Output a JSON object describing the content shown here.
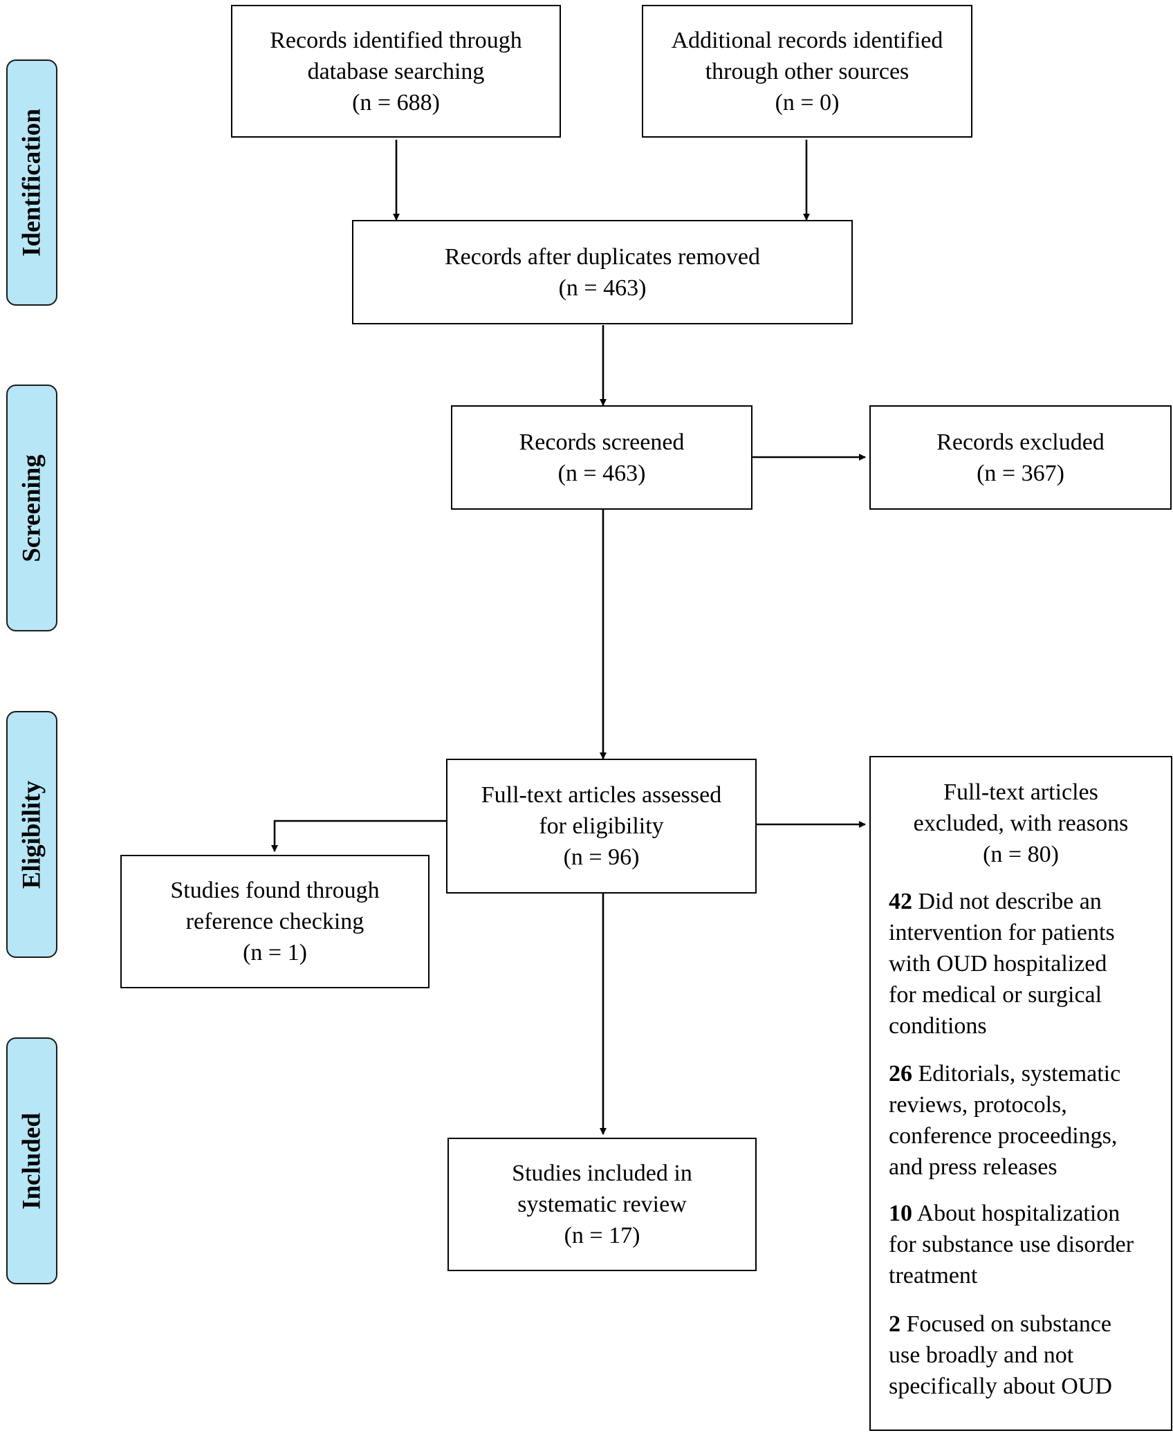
{
  "phases": {
    "identification": "Identification",
    "screening": "Screening",
    "eligibility": "Eligibility",
    "included": "Included"
  },
  "boxes": {
    "database": {
      "line1": "Records identified through",
      "line2": "database searching",
      "count": "(n = 688)"
    },
    "other_sources": {
      "line1": "Additional records identified",
      "line2": "through other sources",
      "count": "(n = 0)"
    },
    "duplicates_removed": {
      "line1": "Records after duplicates removed",
      "count": "(n = 463)"
    },
    "screened": {
      "line1": "Records screened",
      "count": "(n = 463)"
    },
    "excluded": {
      "line1": "Records excluded",
      "count": "(n = 367)"
    },
    "full_text": {
      "line1": "Full-text articles assessed",
      "line2": "for eligibility",
      "count": "(n = 96)"
    },
    "reference_checking": {
      "line1": "Studies found through",
      "line2": "reference checking",
      "count": "(n = 1)"
    },
    "included": {
      "line1": "Studies included in",
      "line2": "systematic review",
      "count": "(n = 17)"
    },
    "full_text_excluded": {
      "line1": "Full-text articles",
      "line2": "excluded, with reasons",
      "count": "(n = 80)",
      "reasons": [
        {
          "number": "42",
          "lines": [
            "Did not describe an",
            "intervention for patients",
            "with OUD hospitalized",
            "for medical or surgical",
            "conditions"
          ]
        },
        {
          "number": "26",
          "lines": [
            "Editorials, systematic",
            "reviews, protocols,",
            "conference proceedings,",
            "and press releases"
          ]
        },
        {
          "number": "10",
          "lines": [
            "About hospitalization",
            "for substance use disorder",
            "treatment"
          ]
        },
        {
          "number": "2",
          "lines": [
            "Focused on substance",
            "use broadly and not",
            "specifically about OUD"
          ]
        }
      ]
    }
  },
  "colors": {
    "phase_fill": "#b7e6f6",
    "line": "#000000"
  }
}
